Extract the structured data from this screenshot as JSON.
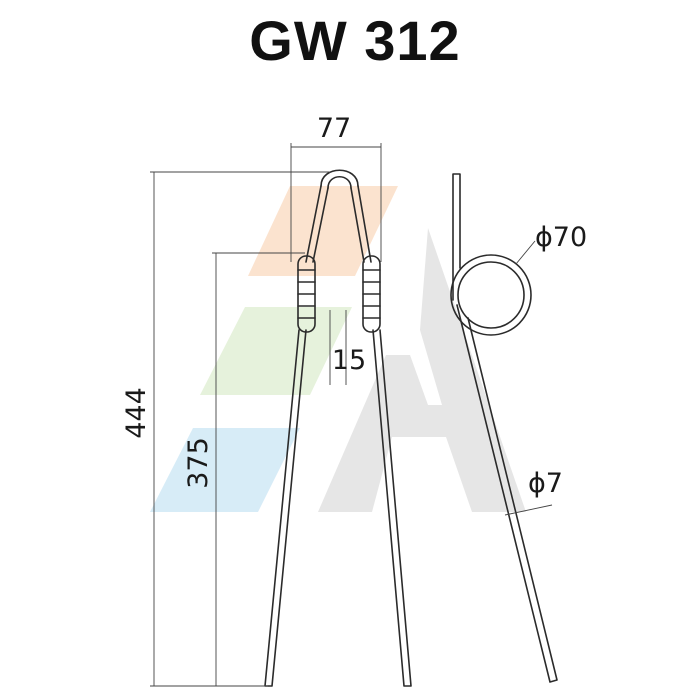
{
  "title": "GW 312",
  "dimensions": {
    "width_top": "77",
    "total_height": "444",
    "coil_height": "375",
    "coil_gap": "15",
    "coil_diameter": "ϕ70",
    "wire_diameter": "ϕ7"
  },
  "watermark": {
    "description": "brand logo watermark",
    "colors": {
      "orange": "#fbe3cf",
      "green": "#e6f2dc",
      "blue": "#d7ecf7",
      "grey": "#e6e6e6"
    }
  }
}
